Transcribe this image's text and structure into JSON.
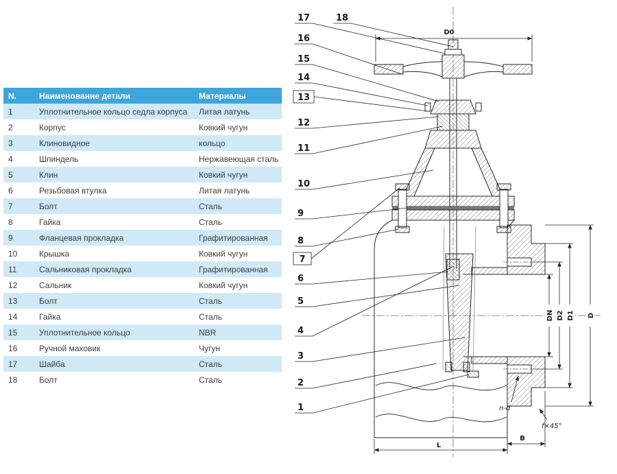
{
  "table": {
    "headers": {
      "num": "N.",
      "name": "Наименование детали",
      "material": "Материалы"
    },
    "rows": [
      {
        "num": "1",
        "name": "Уплотнительное кольцо седла корпуса",
        "material": "Литая латунь"
      },
      {
        "num": "2",
        "name": "Корпус",
        "material": "Ковкий чугун"
      },
      {
        "num": "3",
        "name": "Клиновидное",
        "material": "кольцо"
      },
      {
        "num": "4",
        "name": "Шпиндель",
        "material": "Нержавеющая сталь"
      },
      {
        "num": "5",
        "name": "Клин",
        "material": "Ковкий чугун"
      },
      {
        "num": "6",
        "name": "Резьбовая втулка",
        "material": "Литая латунь"
      },
      {
        "num": "7",
        "name": "Болт",
        "material": "Сталь"
      },
      {
        "num": "8",
        "name": "Гайка",
        "material": "Сталь"
      },
      {
        "num": "9",
        "name": "Фланцевая прокладка",
        "material": "Графитированная"
      },
      {
        "num": "10",
        "name": "Крышка",
        "material": "Ковкий чугун"
      },
      {
        "num": "11",
        "name": "Сальниковая прокладка",
        "material": "Графитированная"
      },
      {
        "num": "12",
        "name": "Сальник",
        "material": "Ковкий чугун"
      },
      {
        "num": "13",
        "name": "Болт",
        "material": "Сталь"
      },
      {
        "num": "14",
        "name": "Гайка",
        "material": "Сталь"
      },
      {
        "num": "15",
        "name": "Уплотнительное кольцо",
        "material": "NBR"
      },
      {
        "num": "16",
        "name": "Ручной маховик",
        "material": "Чугун"
      },
      {
        "num": "17",
        "name": "Шайба",
        "material": "Сталь"
      },
      {
        "num": "18",
        "name": "Болт",
        "material": "Сталь"
      }
    ],
    "colors": {
      "header_bg": "#3ea5da",
      "row_alt_bg": "#cfe9f7",
      "row_bg": "#ffffff",
      "header_text": "#ffffff"
    }
  },
  "drawing": {
    "callouts": [
      "1",
      "2",
      "3",
      "4",
      "5",
      "6",
      "7",
      "8",
      "9",
      "10",
      "11",
      "12",
      "13",
      "14",
      "15",
      "16",
      "17",
      "18"
    ],
    "dimensions": {
      "d0": "D0",
      "dn": "DN",
      "d2": "D2",
      "d1": "D1",
      "d": "D",
      "n_d": "n-d",
      "chamfer": "f×45°",
      "b": "B",
      "l": "L"
    }
  }
}
